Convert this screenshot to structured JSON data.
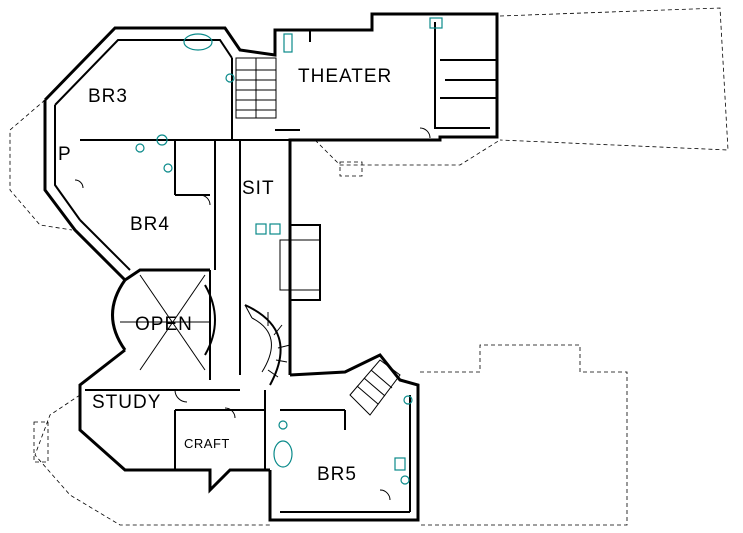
{
  "rooms": {
    "br3": "BR3",
    "pantry": "P",
    "theater": "THEATER",
    "sit": "SIT",
    "br4": "BR4",
    "open": "OPEN",
    "study": "STUDY",
    "craft": "CRAFT",
    "br5": "BR5"
  },
  "colors": {
    "walls": "#000000",
    "fixtures": "#0a8a8a",
    "background": "#ffffff"
  }
}
